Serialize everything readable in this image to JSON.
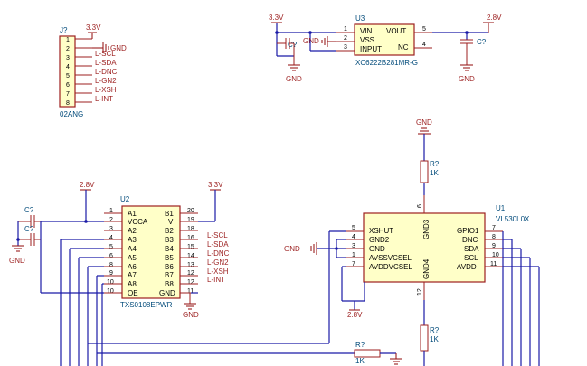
{
  "power": {
    "v33": "3.3V",
    "v28": "2.8V",
    "gnd": "GND"
  },
  "j1": {
    "ref": "J?",
    "value": "02ANG",
    "pins": [
      "1",
      "2",
      "3",
      "4",
      "5",
      "6",
      "7",
      "8"
    ],
    "nets": [
      "3.3V",
      "GND",
      "L-SCL",
      "L-SDA",
      "L-DNC",
      "L-GN2",
      "L-XSH",
      "L-INT"
    ]
  },
  "u3": {
    "ref": "U3",
    "value": "XC6222B281MR-G",
    "pins": [
      {
        "num": "1",
        "name": "VIN"
      },
      {
        "num": "2",
        "name": "VSS"
      },
      {
        "num": "3",
        "name": "INPUT"
      },
      {
        "num": "5",
        "name": "VOUT"
      },
      {
        "num": "4",
        "name": "NC"
      }
    ],
    "cap": "C?"
  },
  "u2": {
    "ref": "U2",
    "value": "TXS0108EPWR",
    "left": [
      {
        "num": "1",
        "name": "A1"
      },
      {
        "num": "2",
        "name": "VCCA"
      },
      {
        "num": "3",
        "name": "A2"
      },
      {
        "num": "4",
        "name": "A3"
      },
      {
        "num": "5",
        "name": "A4"
      },
      {
        "num": "6",
        "name": "A5"
      },
      {
        "num": "8",
        "name": "A6"
      },
      {
        "num": "9",
        "name": "A7"
      },
      {
        "num": "10",
        "name": "A8"
      },
      {
        "num": "10",
        "name": "OE"
      }
    ],
    "right": [
      {
        "num": "20",
        "name": "B1"
      },
      {
        "num": "19",
        "name": "V"
      },
      {
        "num": "18",
        "name": "B2"
      },
      {
        "num": "16",
        "name": "B3"
      },
      {
        "num": "15",
        "name": "B4"
      },
      {
        "num": "14",
        "name": "B5"
      },
      {
        "num": "13",
        "name": "B6"
      },
      {
        "num": "12",
        "name": "B7"
      },
      {
        "num": "12",
        "name": "B8"
      },
      {
        "num": "11",
        "name": "GND"
      }
    ],
    "nets": [
      "L-SCL",
      "L-SDA",
      "L-DNC",
      "L-GN2",
      "L-XSH",
      "L-INT"
    ],
    "caps": [
      "C?",
      "C?"
    ]
  },
  "u1": {
    "ref": "U1",
    "value": "VL530L0X",
    "left": [
      {
        "num": "5",
        "name": "XSHUT"
      },
      {
        "num": "4",
        "name": "GND2"
      },
      {
        "num": "3",
        "name": "GND"
      },
      {
        "num": "1",
        "name": "AVSSVCSEL"
      },
      {
        "num": "7",
        "name": "AVDDVCSEL"
      }
    ],
    "right": [
      {
        "num": "7",
        "name": "GPIO1"
      },
      {
        "num": "8",
        "name": "DNC"
      },
      {
        "num": "9",
        "name": "SDA"
      },
      {
        "num": "10",
        "name": "SCL"
      },
      {
        "num": "11",
        "name": "AVDD"
      }
    ],
    "top": {
      "num": "6",
      "name": "GND3"
    },
    "bottom": {
      "num": "12",
      "name": "GND4"
    }
  },
  "resistors": [
    {
      "ref": "R?",
      "value": "1K"
    },
    {
      "ref": "R?",
      "value": "1K"
    },
    {
      "ref": "R?",
      "value": "1K"
    }
  ]
}
